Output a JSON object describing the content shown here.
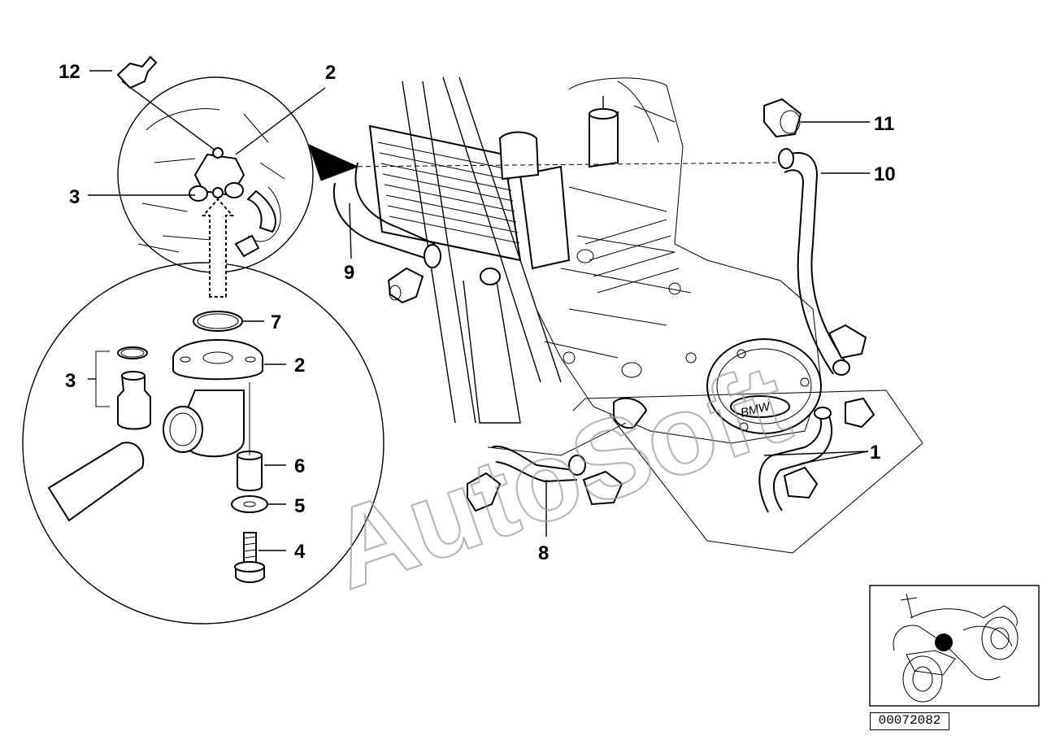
{
  "callouts": {
    "c1": "1",
    "c2_top": "2",
    "c2_detail": "2",
    "c3_top": "3",
    "c3_detail": "3",
    "c4": "4",
    "c5": "5",
    "c6": "6",
    "c7": "7",
    "c8": "8",
    "c9": "9",
    "c10": "10",
    "c11": "11",
    "c12": "12"
  },
  "watermark": "AutoSoft",
  "drawing_number": "00072082",
  "colors": {
    "line": "#000000",
    "background": "#ffffff",
    "watermark": "#9a9a9a"
  }
}
